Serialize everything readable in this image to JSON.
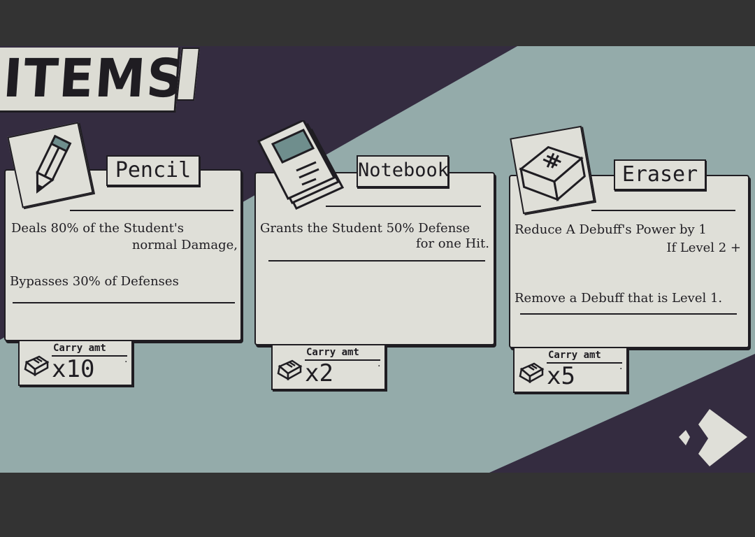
{
  "screen": {
    "title": "ITEMS",
    "colors": {
      "background_teal": "#94abaa",
      "dark_purple": "#342c40",
      "paper": "#dfdfd8",
      "ink": "#1f1d22",
      "letterbox": "#333333"
    }
  },
  "items": [
    {
      "name": "Pencil",
      "icon": "pencil-icon",
      "desc_line1": "Deals 80% of the Student's",
      "desc_line2": "normal Damage,",
      "desc_line3": "Bypasses 30% of Defenses",
      "carry_label": "Carry amt",
      "carry_amount": "x10"
    },
    {
      "name": "Notebook",
      "icon": "notebook-icon",
      "desc_line1": "Grants the Student 50% Defense",
      "desc_line2": "for one Hit.",
      "carry_label": "Carry amt",
      "carry_amount": "x2"
    },
    {
      "name": "Eraser",
      "icon": "eraser-icon",
      "desc_line1": "Reduce A Debuff's Power by 1",
      "desc_line2": "If Level 2 +",
      "desc_line3": "Remove a Debuff that is Level 1.",
      "carry_label": "Carry amt",
      "carry_amount": "x5"
    }
  ],
  "navigation": {
    "next_icon": "arrow-right-icon"
  }
}
